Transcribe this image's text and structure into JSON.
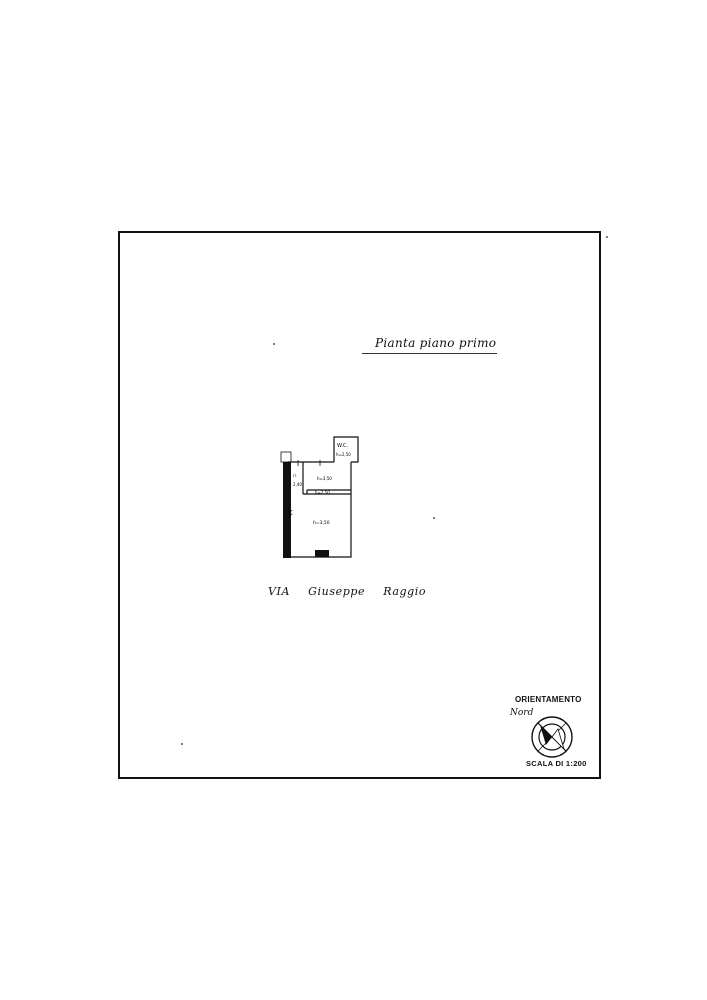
{
  "title": "Pianta piano primo",
  "street": {
    "prefix": "VIA",
    "name1": "Giuseppe",
    "name2": "Raggio"
  },
  "rooms": {
    "wc_label": "W.C.",
    "wc_height": "h=2,50",
    "storage_label": "ri.",
    "storage_height": "2,40",
    "upper_room_height": "h=3,50",
    "ceiling_note": "h=2,50",
    "main_room_height": "h=3,50",
    "kitchen_label": "K"
  },
  "orientation": {
    "label": "ORIENTAMENTO",
    "north": "Nord"
  },
  "scale": "SCALA DI 1:200"
}
